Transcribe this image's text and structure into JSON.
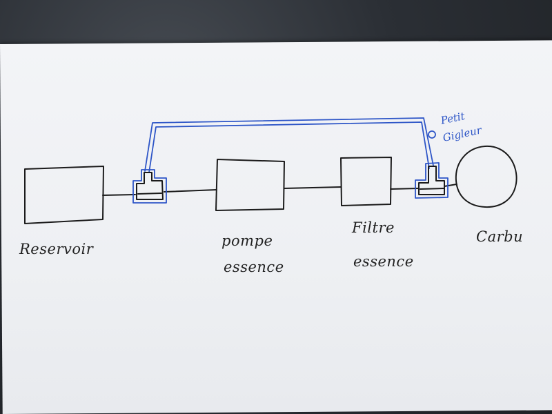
{
  "diagram": {
    "nodes": {
      "reservoir": "Reservoir",
      "pompe_line1": "pompe",
      "pompe_line2": "essence",
      "filtre_line1": "Filtre",
      "filtre_line2": "essence",
      "carbu": "Carbu"
    },
    "annotation": {
      "line1": "Petit",
      "line2": "Gigleur"
    },
    "colors": {
      "ink": "#1b1b1b",
      "return_line": "#2d55c7",
      "paper": "#f1f2f5"
    }
  }
}
